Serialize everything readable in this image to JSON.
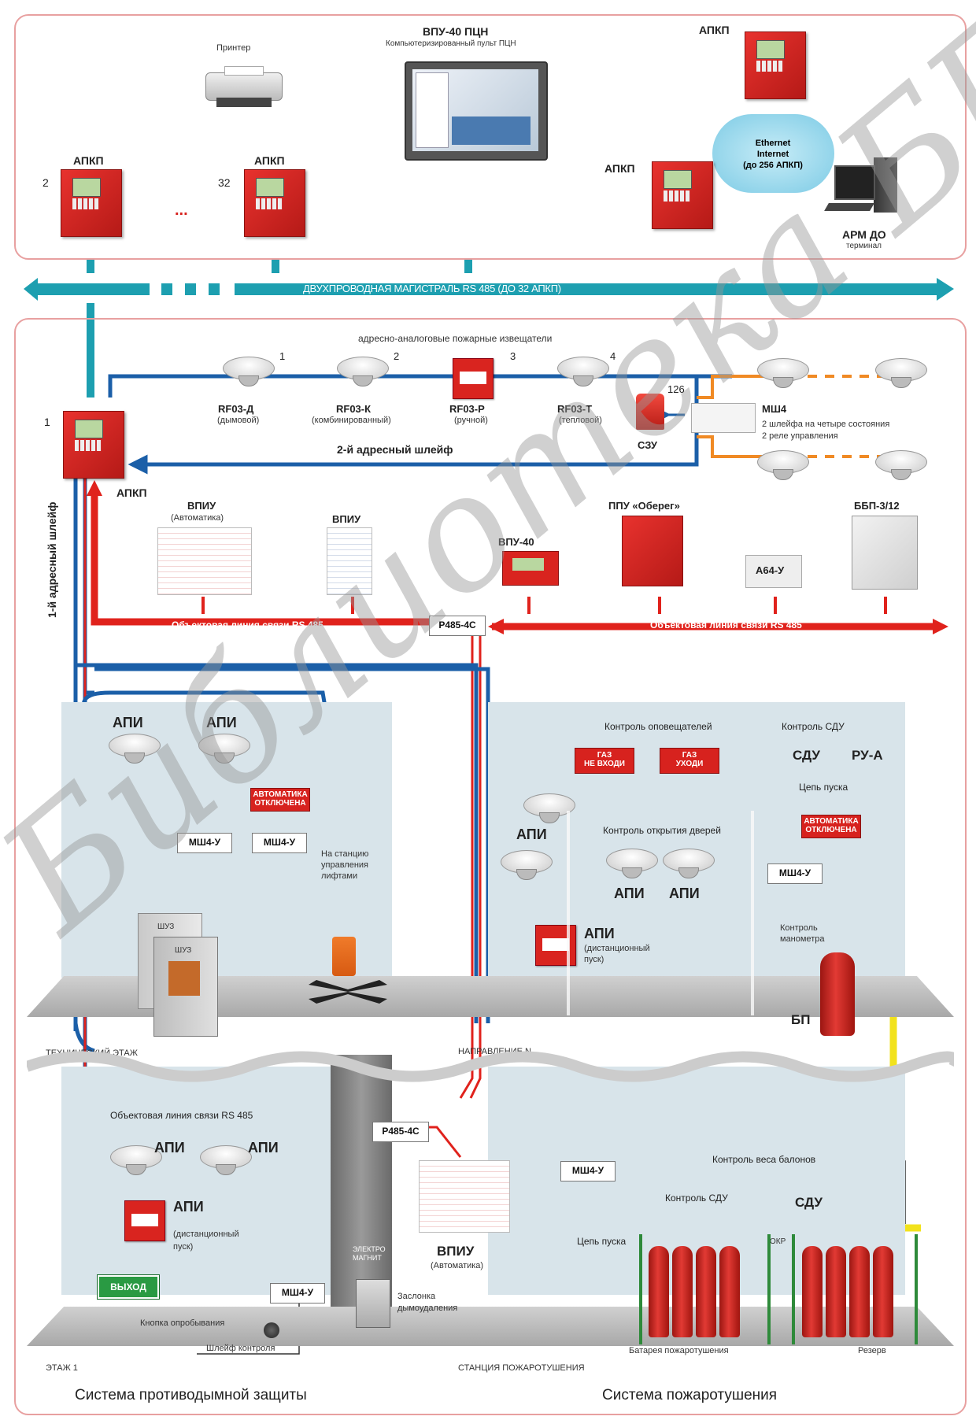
{
  "top": {
    "printer_label": "Принтер",
    "vpu_title": "ВПУ-40 ПЦН",
    "vpu_subtitle": "Компьютеризированный пульт ПЦН",
    "apkp_label": "АПКП",
    "apkp_2_num": "2",
    "apkp_32_num": "32",
    "dots": "...",
    "cloud_text": "Ethernet\nInternet\n(до 256 АПКП)",
    "arm_title": "АРМ ДО",
    "arm_sub": "терминал"
  },
  "bus": {
    "label": "ДВУХПРОВОДНАЯ МАГИСТРАЛЬ RS 485 (ДО 32 АПКП)"
  },
  "detectors": {
    "header": "адресно-аналоговые пожарные извещатели",
    "items": [
      {
        "num": "1",
        "name": "RF03-Д",
        "type": "(дымовой)"
      },
      {
        "num": "2",
        "name": "RF03-К",
        "type": "(комбинированный)"
      },
      {
        "num": "3",
        "name": "RF03-Р",
        "type": "(ручной)"
      },
      {
        "num": "4",
        "name": "RF03-Т",
        "type": "(тепловой)"
      }
    ],
    "num_126": "126",
    "szu": "СЗУ",
    "msh4_title": "МШ4",
    "msh4_desc1": "2 шлейфа на четыре состояния",
    "msh4_desc2": "2 реле управления",
    "loop2": "2-й адресный шлейф",
    "loop1": "1-й адресный шлейф",
    "apkp_num": "1",
    "apkp_label": "АПКП"
  },
  "rs485": {
    "vpiu_auto_title": "ВПИУ",
    "vpiu_auto_sub": "(Автоматика)",
    "vpiu_title": "ВПИУ",
    "vpu40": "ВПУ-40",
    "ppu": "ППУ «Оберег»",
    "a64": "А64-У",
    "bbp": "ББП-3/12",
    "line_left": "Объектовая линия связи RS 485",
    "line_right": "Объектовая линия связи RS 485",
    "p485": "Р485-4С"
  },
  "tech": {
    "api": "АПИ",
    "auto_off": "АВТОМАТИКА ОТКЛЮЧЕНА",
    "msh4u": "МШ4-У",
    "lift": "На станцию\nуправления\nлифтами",
    "shuz": "ШУЗ",
    "floor": "ТЕХНИЧЕСКИЙ ЭТАЖ"
  },
  "dir": {
    "kontrol_opov": "Контроль оповещателей",
    "kontrol_sdu": "Контроль СДУ",
    "sdu": "СДУ",
    "rua": "РУ-А",
    "gaz1": "ГАЗ\nНЕ ВХОДИ",
    "gaz2": "ГАЗ\nУХОДИ",
    "tsep": "Цепь пуска",
    "doors": "Контроль открытия дверей",
    "auto_off": "АВТОМАТИКА ОТКЛЮЧЕНА",
    "api": "АПИ",
    "msh4u": "МШ4-У",
    "api_remote": "АПИ",
    "api_remote_sub": "(дистанционный\nпуск)",
    "manometer": "Контроль\nманометра",
    "bp": "БП",
    "floor": "НАПРАВЛЕНИЕ N"
  },
  "floor1": {
    "obj_line": "Объектовая линия связи RS 485",
    "p485": "Р485-4С",
    "api": "АПИ",
    "api_remote": "АПИ",
    "api_remote_sub": "(дистанционный\nпуск)",
    "exit": "ВЫХОД",
    "msh4u": "МШ4-У",
    "magnet": "ЭЛЕКТРО\nМАГНИТ",
    "damper": "Заслонка\nдымоудаления",
    "button": "Кнопка опробывания",
    "loop": "Шлейф контроля",
    "vpiu": "ВПИУ",
    "vpiu_sub": "(Автоматика)",
    "floor": "ЭТАЖ 1"
  },
  "station": {
    "msh4u": "МШ4-У",
    "weight": "Контроль веса балонов",
    "kontrol_sdu": "Контроль СДУ",
    "sdu": "СДУ",
    "tsep": "Цепь пуска",
    "battery": "Батарея пожаротушения",
    "reserve": "Резерв",
    "floor": "СТАНЦИЯ ПОЖАРОТУШЕНИЯ",
    "okr": "ОКР"
  },
  "captions": {
    "left": "Система противодымной защиты",
    "right": "Система пожаротушения"
  },
  "watermark": {
    "text": "Библиотека БГУИР"
  },
  "colors": {
    "teal": "#1d9fb0",
    "red": "#e0221c",
    "blue": "#1b5fa8",
    "orange": "#f08a24",
    "yellow": "#f2e21c"
  }
}
